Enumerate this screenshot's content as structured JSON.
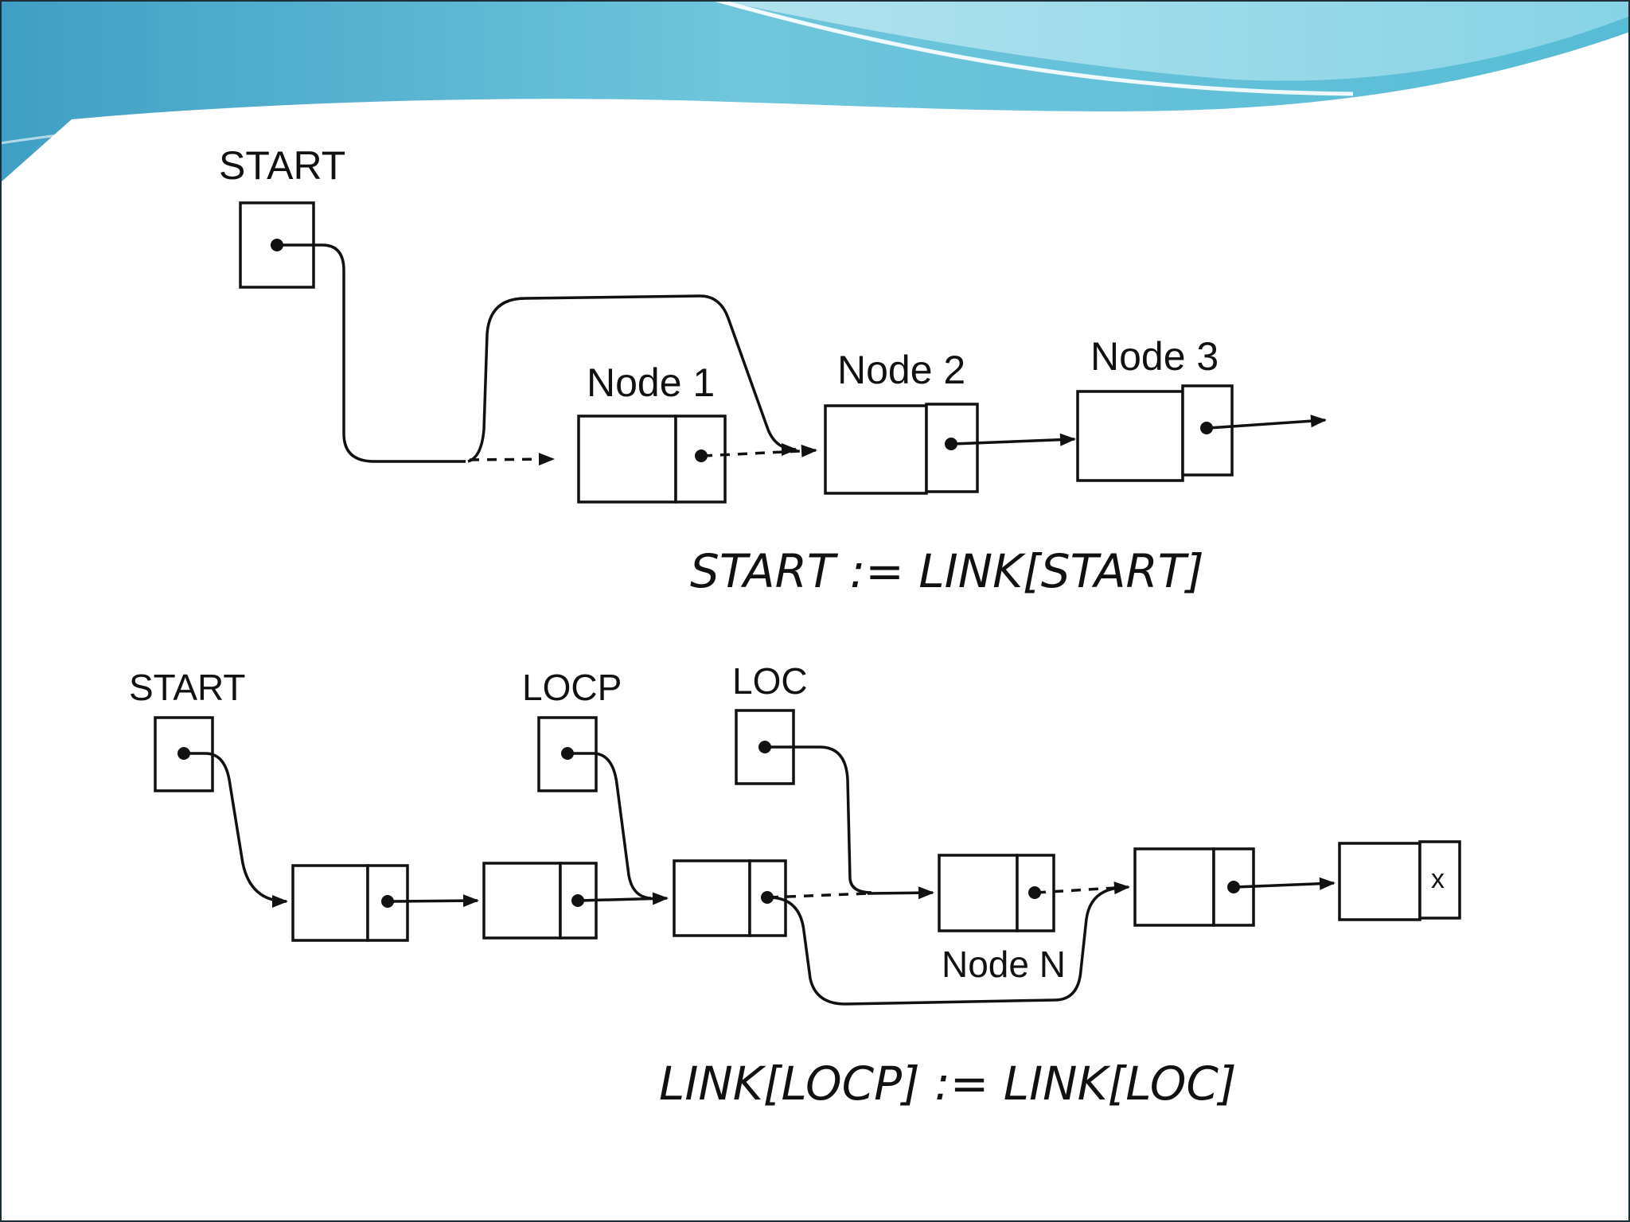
{
  "colors": {
    "header_dark": "#3f9fc4",
    "header_mid": "#6fc6dc",
    "header_light": "#bfe8f2",
    "ink": "#111111"
  },
  "top": {
    "start_label": "START",
    "node1_label": "Node 1",
    "node2_label": "Node 2",
    "node3_label": "Node 3",
    "formula": "START := LINK[START]"
  },
  "bottom": {
    "start_label": "START",
    "locp_label": "LOCP",
    "loc_label": "LOC",
    "noden_label": "Node N",
    "null_marker": "x",
    "formula": "LINK[LOCP] := LINK[LOC]"
  }
}
